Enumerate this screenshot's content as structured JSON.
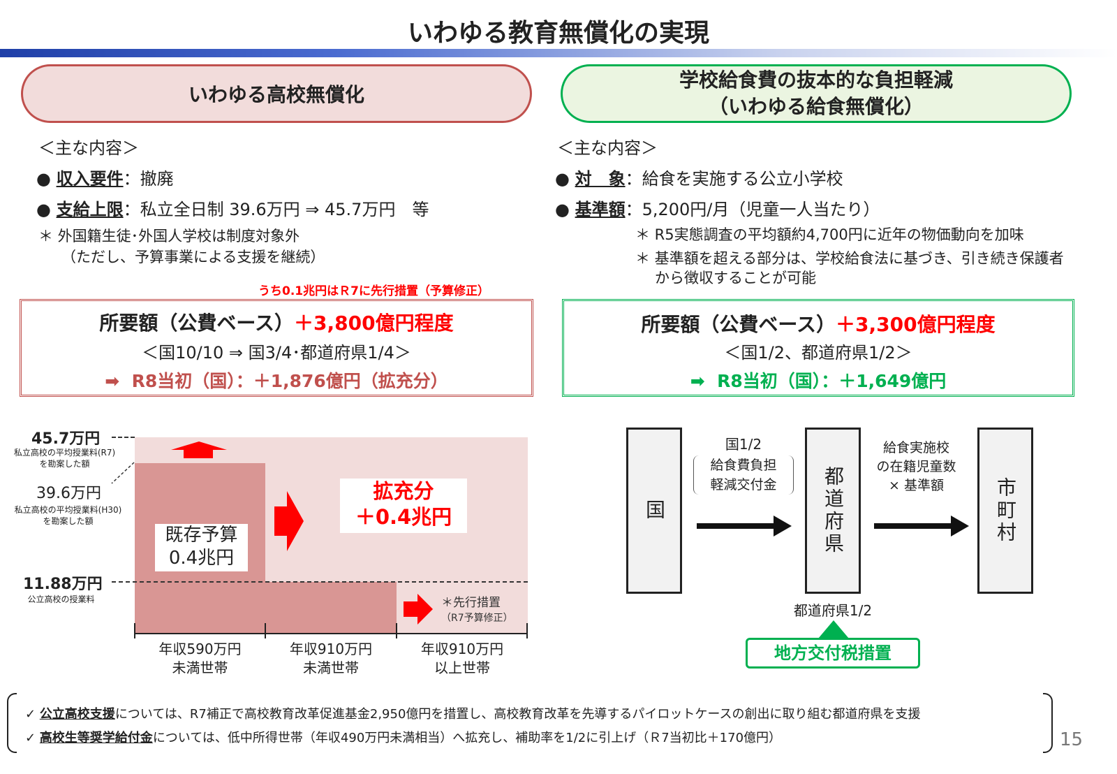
{
  "title": "いわゆる教育無償化の実現",
  "left": {
    "heading": "いわゆる高校無償化",
    "section": "＜主な内容＞",
    "items": [
      {
        "label": "収入要件",
        "text": "：撤廃"
      },
      {
        "label": "支給上限",
        "text": "：私立全日制 39.6万円 ⇒ 45.7万円　等"
      }
    ],
    "notes": [
      "＊ 外国籍生徒･外国人学校は制度対象外",
      "（ただし、予算事業による支援を継続）"
    ],
    "advance_note": "うち0.1兆円はＲ7に先行措置（予算修正）",
    "required_label": "所要額（公費ベース）",
    "required_amount": "＋3,800億円程度",
    "share": "＜国10/10 ⇒ 国3/4･都道府県1/4＞",
    "r8": "R8当初（国）：＋1,876億円（拡充分）"
  },
  "right": {
    "heading1": "学校給食費の抜本的な負担軽減",
    "heading2": "（いわゆる給食無償化）",
    "section": "＜主な内容＞",
    "items": [
      {
        "label": "対　象",
        "text": "：給食を実施する公立小学校"
      },
      {
        "label": "基準額",
        "text": "：5,200円/月（児童一人当たり）"
      }
    ],
    "notes": [
      "＊ R5実態調査の平均額約4,700円に近年の物価動向を加味",
      "＊ 基準額を超える部分は、学校給食法に基づき、引き続き保護者",
      "から徴収することが可能"
    ],
    "required_label": "所要額（公費ベース）",
    "required_amount": "＋3,300億円程度",
    "share": "＜国1/2、都道府県1/2＞",
    "r8": "R8当初（国）：＋1,649億円"
  },
  "chart": {
    "levels": [
      {
        "value": "45.7万円",
        "desc1": "私立高校の平均授業料(R7)",
        "desc2": "を勘案した額"
      },
      {
        "value": "39.6万円",
        "desc1": "私立高校の平均授業料(H30)",
        "desc2": "を勘案した額"
      },
      {
        "value": "11.88万円",
        "desc1": "公立高校の授業料"
      }
    ],
    "existing1": "既存予算",
    "existing2": "0.4兆円",
    "expand1": "拡充分",
    "expand2": "＋0.4兆円",
    "advance1": "＊先行措置",
    "advance2": "（R7予算修正）",
    "categories": [
      [
        "年収590万円",
        "未満世帯"
      ],
      [
        "年収910万円",
        "未満世帯"
      ],
      [
        "年収910万円",
        "以上世帯"
      ]
    ]
  },
  "flow": {
    "kuni": "国",
    "pref": "都道府県",
    "muni": "市町村",
    "a1_top": "国1/2",
    "a1_l1": "給食費負担",
    "a1_l2": "軽減交付金",
    "a2_l1": "給食実施校",
    "a2_l2": "の在籍児童数",
    "a2_l3": "× 基準額",
    "pref_share": "都道府県1/2",
    "tax": "地方交付税措置"
  },
  "footer": [
    {
      "label": "公立高校支援",
      "text": "については、R7補正で高校教育改革促進基金2,950億円を措置し、高校教育改革を先導するパイロットケースの創出に取り組む都道府県を支援"
    },
    {
      "label": "高校生等奨学給付金",
      "text": "については、低中所得世帯（年収490万円未満相当）へ拡充し、補助率を1/2に引上げ（Ｒ7当初比＋170億円）"
    }
  ],
  "page": "15"
}
